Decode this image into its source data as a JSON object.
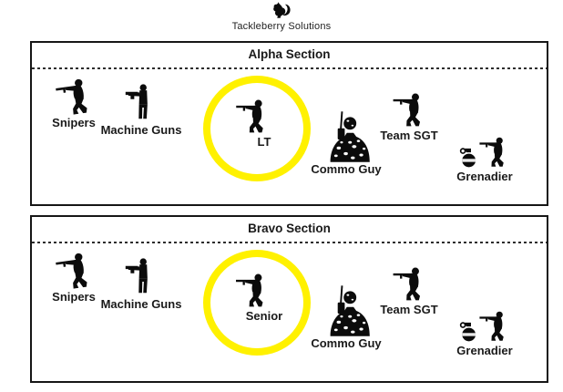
{
  "brand": {
    "name": "Tackleberry Solutions",
    "logo_icon": "squirrel-icon"
  },
  "colors": {
    "highlight_circle": "#FFF100",
    "ink": "#1a1a1a"
  },
  "sections": [
    {
      "title": "Alpha Section",
      "members": [
        {
          "label": "Snipers",
          "icon": "sniper-soldier-icon",
          "highlighted": false
        },
        {
          "label": "Machine Guns",
          "icon": "machine-gunner-icon",
          "highlighted": false
        },
        {
          "label": "LT",
          "icon": "team-leader-icon",
          "highlighted": true
        },
        {
          "label": "Commo Guy",
          "icon": "radio-operator-icon",
          "highlighted": false
        },
        {
          "label": "Team SGT",
          "icon": "rifleman-icon",
          "highlighted": false
        },
        {
          "label": "Grenadier",
          "icon": "grenadier-icon",
          "highlighted": false
        }
      ]
    },
    {
      "title": "Bravo Section",
      "members": [
        {
          "label": "Snipers",
          "icon": "sniper-soldier-icon",
          "highlighted": false
        },
        {
          "label": "Machine Guns",
          "icon": "machine-gunner-icon",
          "highlighted": false
        },
        {
          "label": "Senior",
          "icon": "team-leader-icon",
          "highlighted": true
        },
        {
          "label": "Commo Guy",
          "icon": "radio-operator-icon",
          "highlighted": false
        },
        {
          "label": "Team SGT",
          "icon": "rifleman-icon",
          "highlighted": false
        },
        {
          "label": "Grenadier",
          "icon": "grenadier-icon",
          "highlighted": false
        }
      ]
    }
  ]
}
